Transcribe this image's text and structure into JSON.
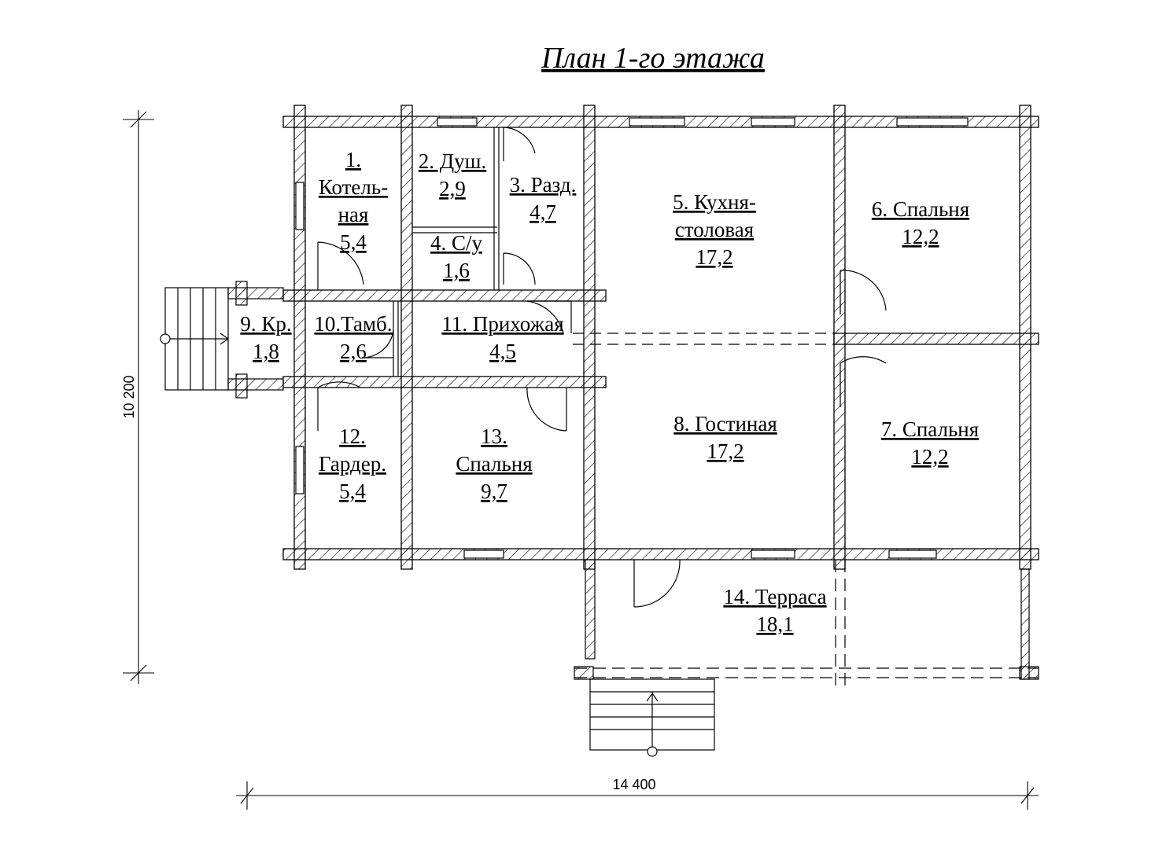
{
  "title": "План 1-го этажа",
  "dimensions": {
    "width": "14 400",
    "height": "10 200"
  },
  "rooms": [
    {
      "id": "boiler",
      "lines": [
        "1.",
        "Котель-",
        "ная"
      ],
      "area": "5,4"
    },
    {
      "id": "shower",
      "lines": [
        "2. Душ."
      ],
      "area": "2,9"
    },
    {
      "id": "dressing",
      "lines": [
        "3. Разд."
      ],
      "area": "4,7"
    },
    {
      "id": "wc",
      "lines": [
        "4. С/у"
      ],
      "area": "1,6"
    },
    {
      "id": "kitchen",
      "lines": [
        "5. Кухня-",
        "столовая"
      ],
      "area": "17,2"
    },
    {
      "id": "bedroom6",
      "lines": [
        "6. Спальня"
      ],
      "area": "12,2"
    },
    {
      "id": "bedroom7",
      "lines": [
        "7. Спальня"
      ],
      "area": "12,2"
    },
    {
      "id": "living",
      "lines": [
        "8. Гостиная"
      ],
      "area": "17,2"
    },
    {
      "id": "porch",
      "lines": [
        "9. Кр."
      ],
      "area": "1,8"
    },
    {
      "id": "vestibule",
      "lines": [
        "10.Тамб."
      ],
      "area": "2,6"
    },
    {
      "id": "hallway",
      "lines": [
        "11. Прихожая"
      ],
      "area": "4,5"
    },
    {
      "id": "wardrobe",
      "lines": [
        "12.",
        "Гардер."
      ],
      "area": "5,4"
    },
    {
      "id": "bedroom13",
      "lines": [
        "13.",
        "Спальня"
      ],
      "area": "9,7"
    },
    {
      "id": "terrace",
      "lines": [
        "14. Терраса"
      ],
      "area": "18,1"
    }
  ]
}
